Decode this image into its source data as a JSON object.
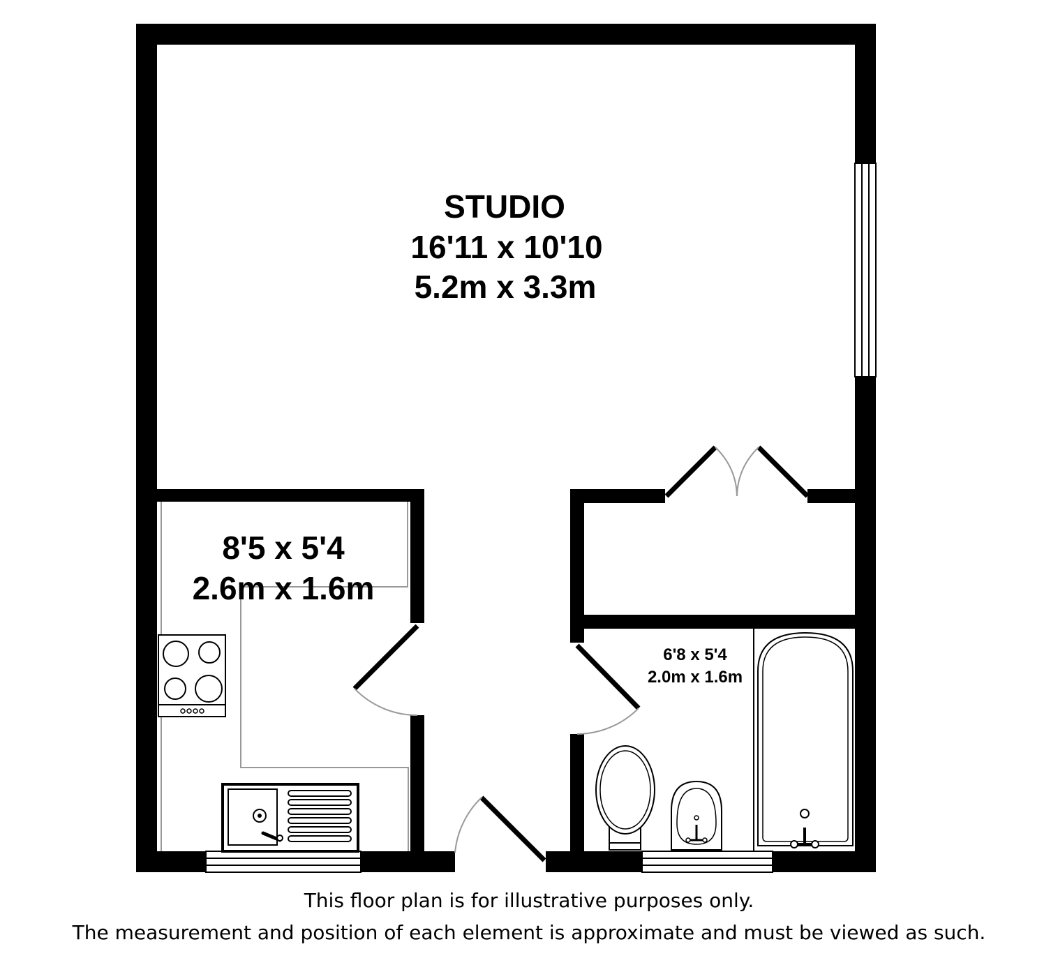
{
  "studio": {
    "name": "STUDIO",
    "imperial": "16'11 x 10'10",
    "metric": "5.2m x 3.3m"
  },
  "kitchen": {
    "imperial": "8'5 x 5'4",
    "metric": "2.6m x 1.6m"
  },
  "bathroom": {
    "imperial": "6'8 x 5'4",
    "metric": "2.0m x 1.6m"
  },
  "disclaimer": {
    "line1": "This floor plan is for illustrative purposes only.",
    "line2": "The measurement and position of each element is approximate and must be viewed as such."
  }
}
